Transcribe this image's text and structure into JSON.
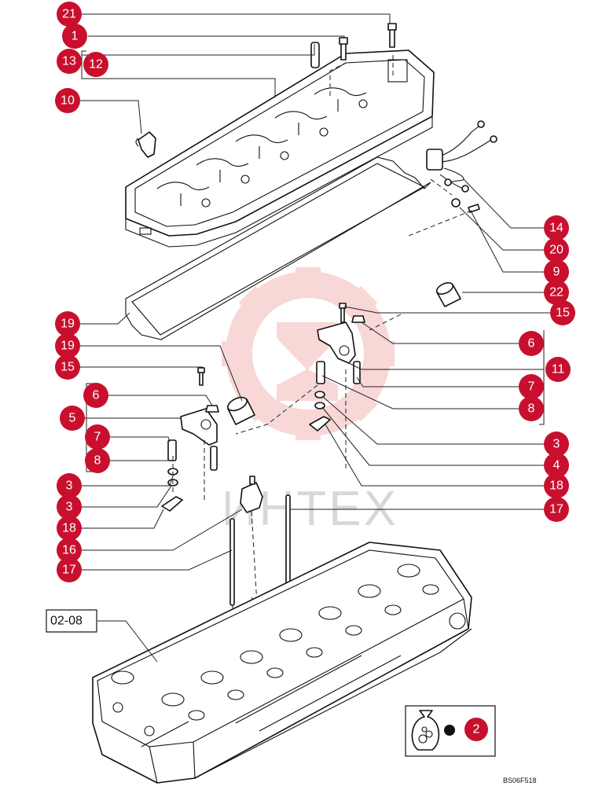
{
  "watermark": {
    "text": "ИНТЕХ"
  },
  "reference_box": {
    "label": "02-08"
  },
  "figure_code": "BS06F518",
  "kit_note": {
    "badge": "2"
  },
  "colors": {
    "badge": "#c8102e",
    "watermark_logo": "#f4b8b8"
  },
  "callouts": [
    "21",
    "1",
    "13",
    "12",
    "10",
    "14",
    "20",
    "9",
    "22",
    "15",
    "19",
    "19",
    "15",
    "6",
    "5",
    "7",
    "8",
    "3",
    "3",
    "18",
    "16",
    "17",
    "6",
    "11",
    "7",
    "8",
    "3",
    "4",
    "18",
    "17"
  ]
}
